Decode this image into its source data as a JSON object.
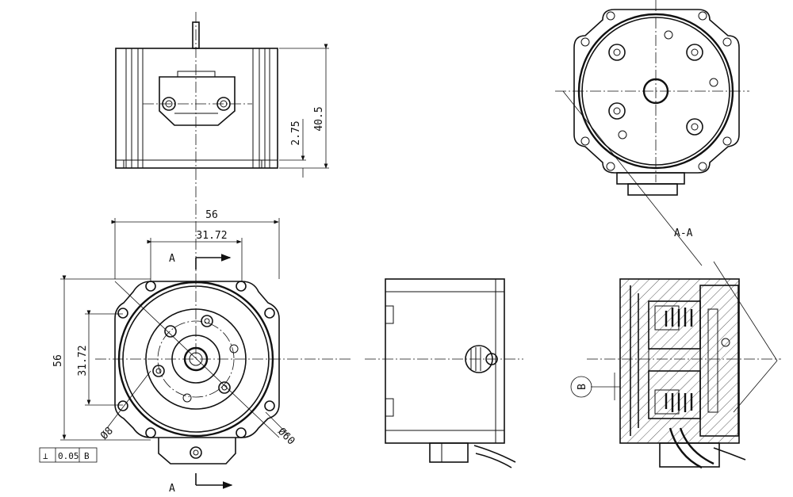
{
  "top_view": {
    "dim_height": "40.5",
    "dim_step": "2.75"
  },
  "front_view": {
    "dim_width_outer": "56",
    "dim_width_inner": "31.72",
    "dim_height_outer": "56",
    "dim_height_inner": "31.72",
    "dia_hole": "Ø8",
    "dia_body": "Ø60",
    "section_marker_top": "A",
    "section_marker_bottom": "A"
  },
  "tolerance_frame": {
    "symbol": "⊥",
    "value": "0.05",
    "datum": "B"
  },
  "section_view": {
    "label": "A-A",
    "datum_label": "B"
  }
}
